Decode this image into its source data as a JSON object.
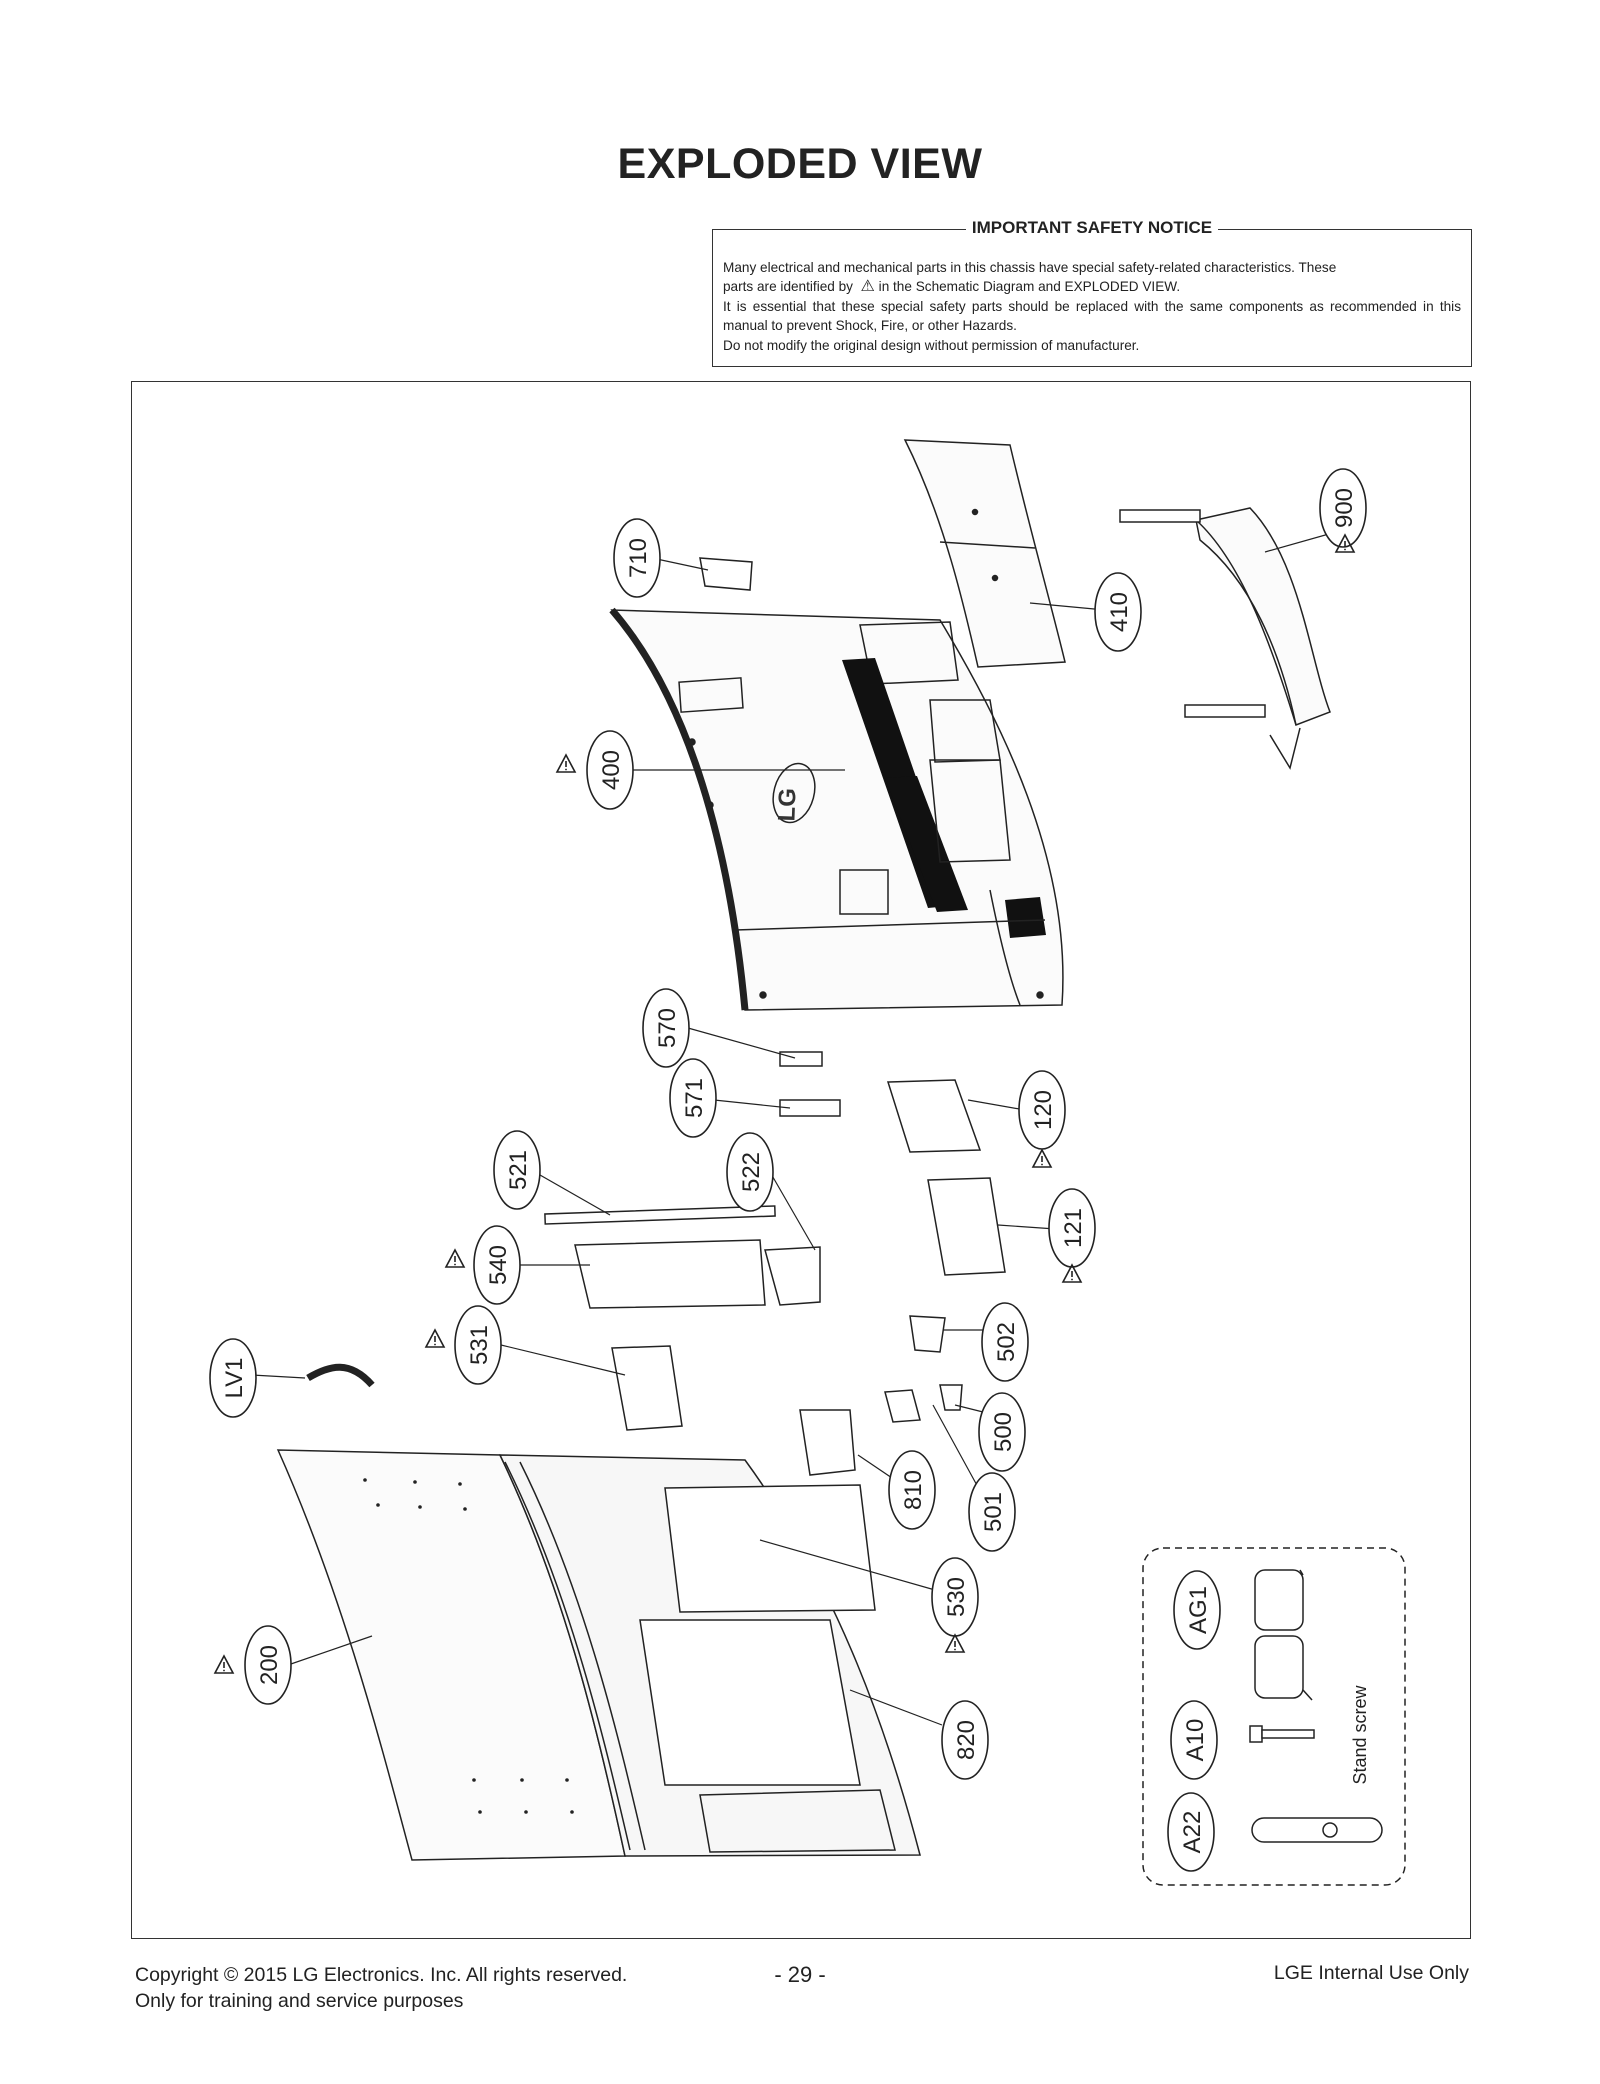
{
  "page_title": "EXPLODED VIEW",
  "safety_notice": {
    "heading": "IMPORTANT SAFETY NOTICE",
    "line1": "Many electrical and mechanical parts in this chassis have special safety-related characteristics. These",
    "line2_before": "parts are identified by",
    "line2_after": "in the Schematic Diagram and EXPLODED VIEW.",
    "line3": "It is essential that these special safety parts should be replaced with the same components as recommended in this manual to prevent Shock, Fire, or other Hazards.",
    "line4": "Do not modify the original design without permission of manufacturer."
  },
  "callouts": {
    "c900": "900",
    "c410": "410",
    "c710": "710",
    "c400": "400",
    "c570": "570",
    "c571": "571",
    "c120": "120",
    "c121": "121",
    "c521": "521",
    "c522": "522",
    "c540": "540",
    "c531": "531",
    "c502": "502",
    "c500": "500",
    "c501": "501",
    "c810": "810",
    "cLV1": "LV1",
    "c530": "530",
    "c200": "200",
    "c820": "820",
    "cAG1": "AG1",
    "cA10": "A10",
    "cA22": "A22"
  },
  "accessory_note": "Stand screw",
  "brand_text": "LG",
  "footer": {
    "copyright": "Copyright  © 2015  LG Electronics. Inc. All rights reserved.",
    "purpose": "Only for training and service purposes",
    "page_number": "- 29 -",
    "internal": "LGE Internal Use Only"
  }
}
